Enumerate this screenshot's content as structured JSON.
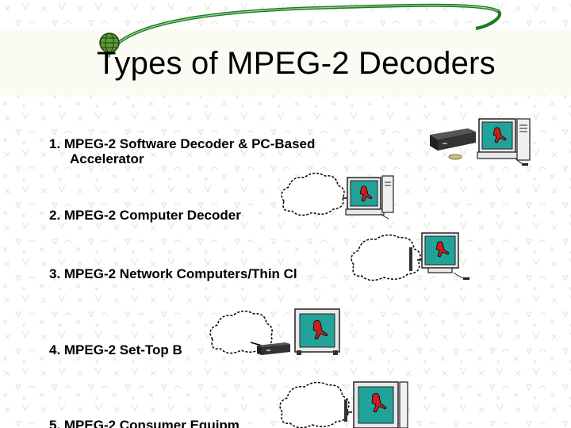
{
  "slide": {
    "title": "Types of MPEG-2 Decoders",
    "items": [
      {
        "line1": "1. MPEG-2 Software Decoder & PC-Based",
        "line2": "Accelerator"
      },
      {
        "line1": "2. MPEG-2 Computer Decoder"
      },
      {
        "line1": "3. MPEG-2 Network Computers/Thin Cl"
      },
      {
        "line1": "4. MPEG-2 Set-Top B"
      },
      {
        "line1": "5.  MPEG-2 Consumer Equipm"
      }
    ]
  },
  "colors": {
    "title_band": "#fbfbf4",
    "swoosh": "#1e7a1e",
    "monitor_screen": "#22a39a",
    "figure": "#c81e1e",
    "cloud_outline": "#000000"
  },
  "icons": [
    "globe-icon",
    "computer-icon",
    "cloud-icon",
    "set-top-box-icon",
    "monitor-icon"
  ]
}
